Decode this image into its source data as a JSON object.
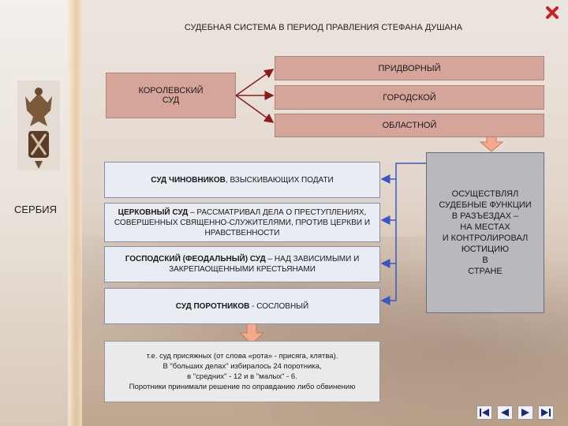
{
  "title": "СУДЕБНАЯ СИСТЕМА В ПЕРИОД ПРАВЛЕНИЯ СТЕФАНА ДУШАНА",
  "serbia_label": "СЕРБИЯ",
  "royal_court": "КОРОЛЕВСКИЙ\nСУД",
  "courts": {
    "court": "ПРИДВОРНЫЙ",
    "city": "ГОРОДСКОЙ",
    "regional": "ОБЛАСТНОЙ"
  },
  "branches": [
    {
      "bold": "СУД ЧИНОВНИКОВ",
      "rest": ", ВЗЫСКИВАЮЩИХ ПОДАТИ"
    },
    {
      "bold": "ЦЕРКОВНЫЙ СУД",
      "rest": " – РАССМАТРИВАЛ ДЕЛА О ПРЕСТУПЛЕНИЯХ, СОВЕРШЕННЫХ СВЯЩЕННО-СЛУЖИТЕЛЯМИ, ПРОТИВ ЦЕРКВИ И НРАВСТВЕННОСТИ"
    },
    {
      "bold": "ГОСПОДСКИЙ (ФЕОДАЛЬНЫЙ) СУД",
      "rest": " – НАД ЗАВИСИМЫМИ И ЗАКРЕПАОЩЕННЫМИ КРЕСТЬЯНАМИ"
    },
    {
      "bold": "СУД ПОРОТНИКОВ",
      "rest": " - СОСЛОВНЫЙ"
    }
  ],
  "side_note": "ОСУЩЕСТВЛЯЛ\nСУДЕБНЫЕ ФУНКЦИИ\nВ РАЗЪЕЗДАХ –\nНА МЕСТАХ\nИ КОНТРОЛИРОВАЛ\nЮСТИЦИЮ\nВ\nСТРАНЕ",
  "porotniki_note": "т.е. суд присяжных (от слова «рота» - присяга, клятва).\nВ \"больших делах\" избиралось 24 поротника,\nв \"средних\" - 12 и в \"малых\" - 6.\nПоротники принимали решение по оправданию либо обвинению",
  "icons": {
    "close": "close-icon",
    "first": "first-slide-icon",
    "prev": "prev-slide-icon",
    "next": "next-slide-icon",
    "last": "last-slide-icon"
  },
  "colors": {
    "salmon": "#d5a59a",
    "light": "#e9ecf3",
    "grey": "#b8b8bd",
    "line": "#8b1a1a",
    "connector": "#3a58c4",
    "arrow": "#f5a98c"
  }
}
